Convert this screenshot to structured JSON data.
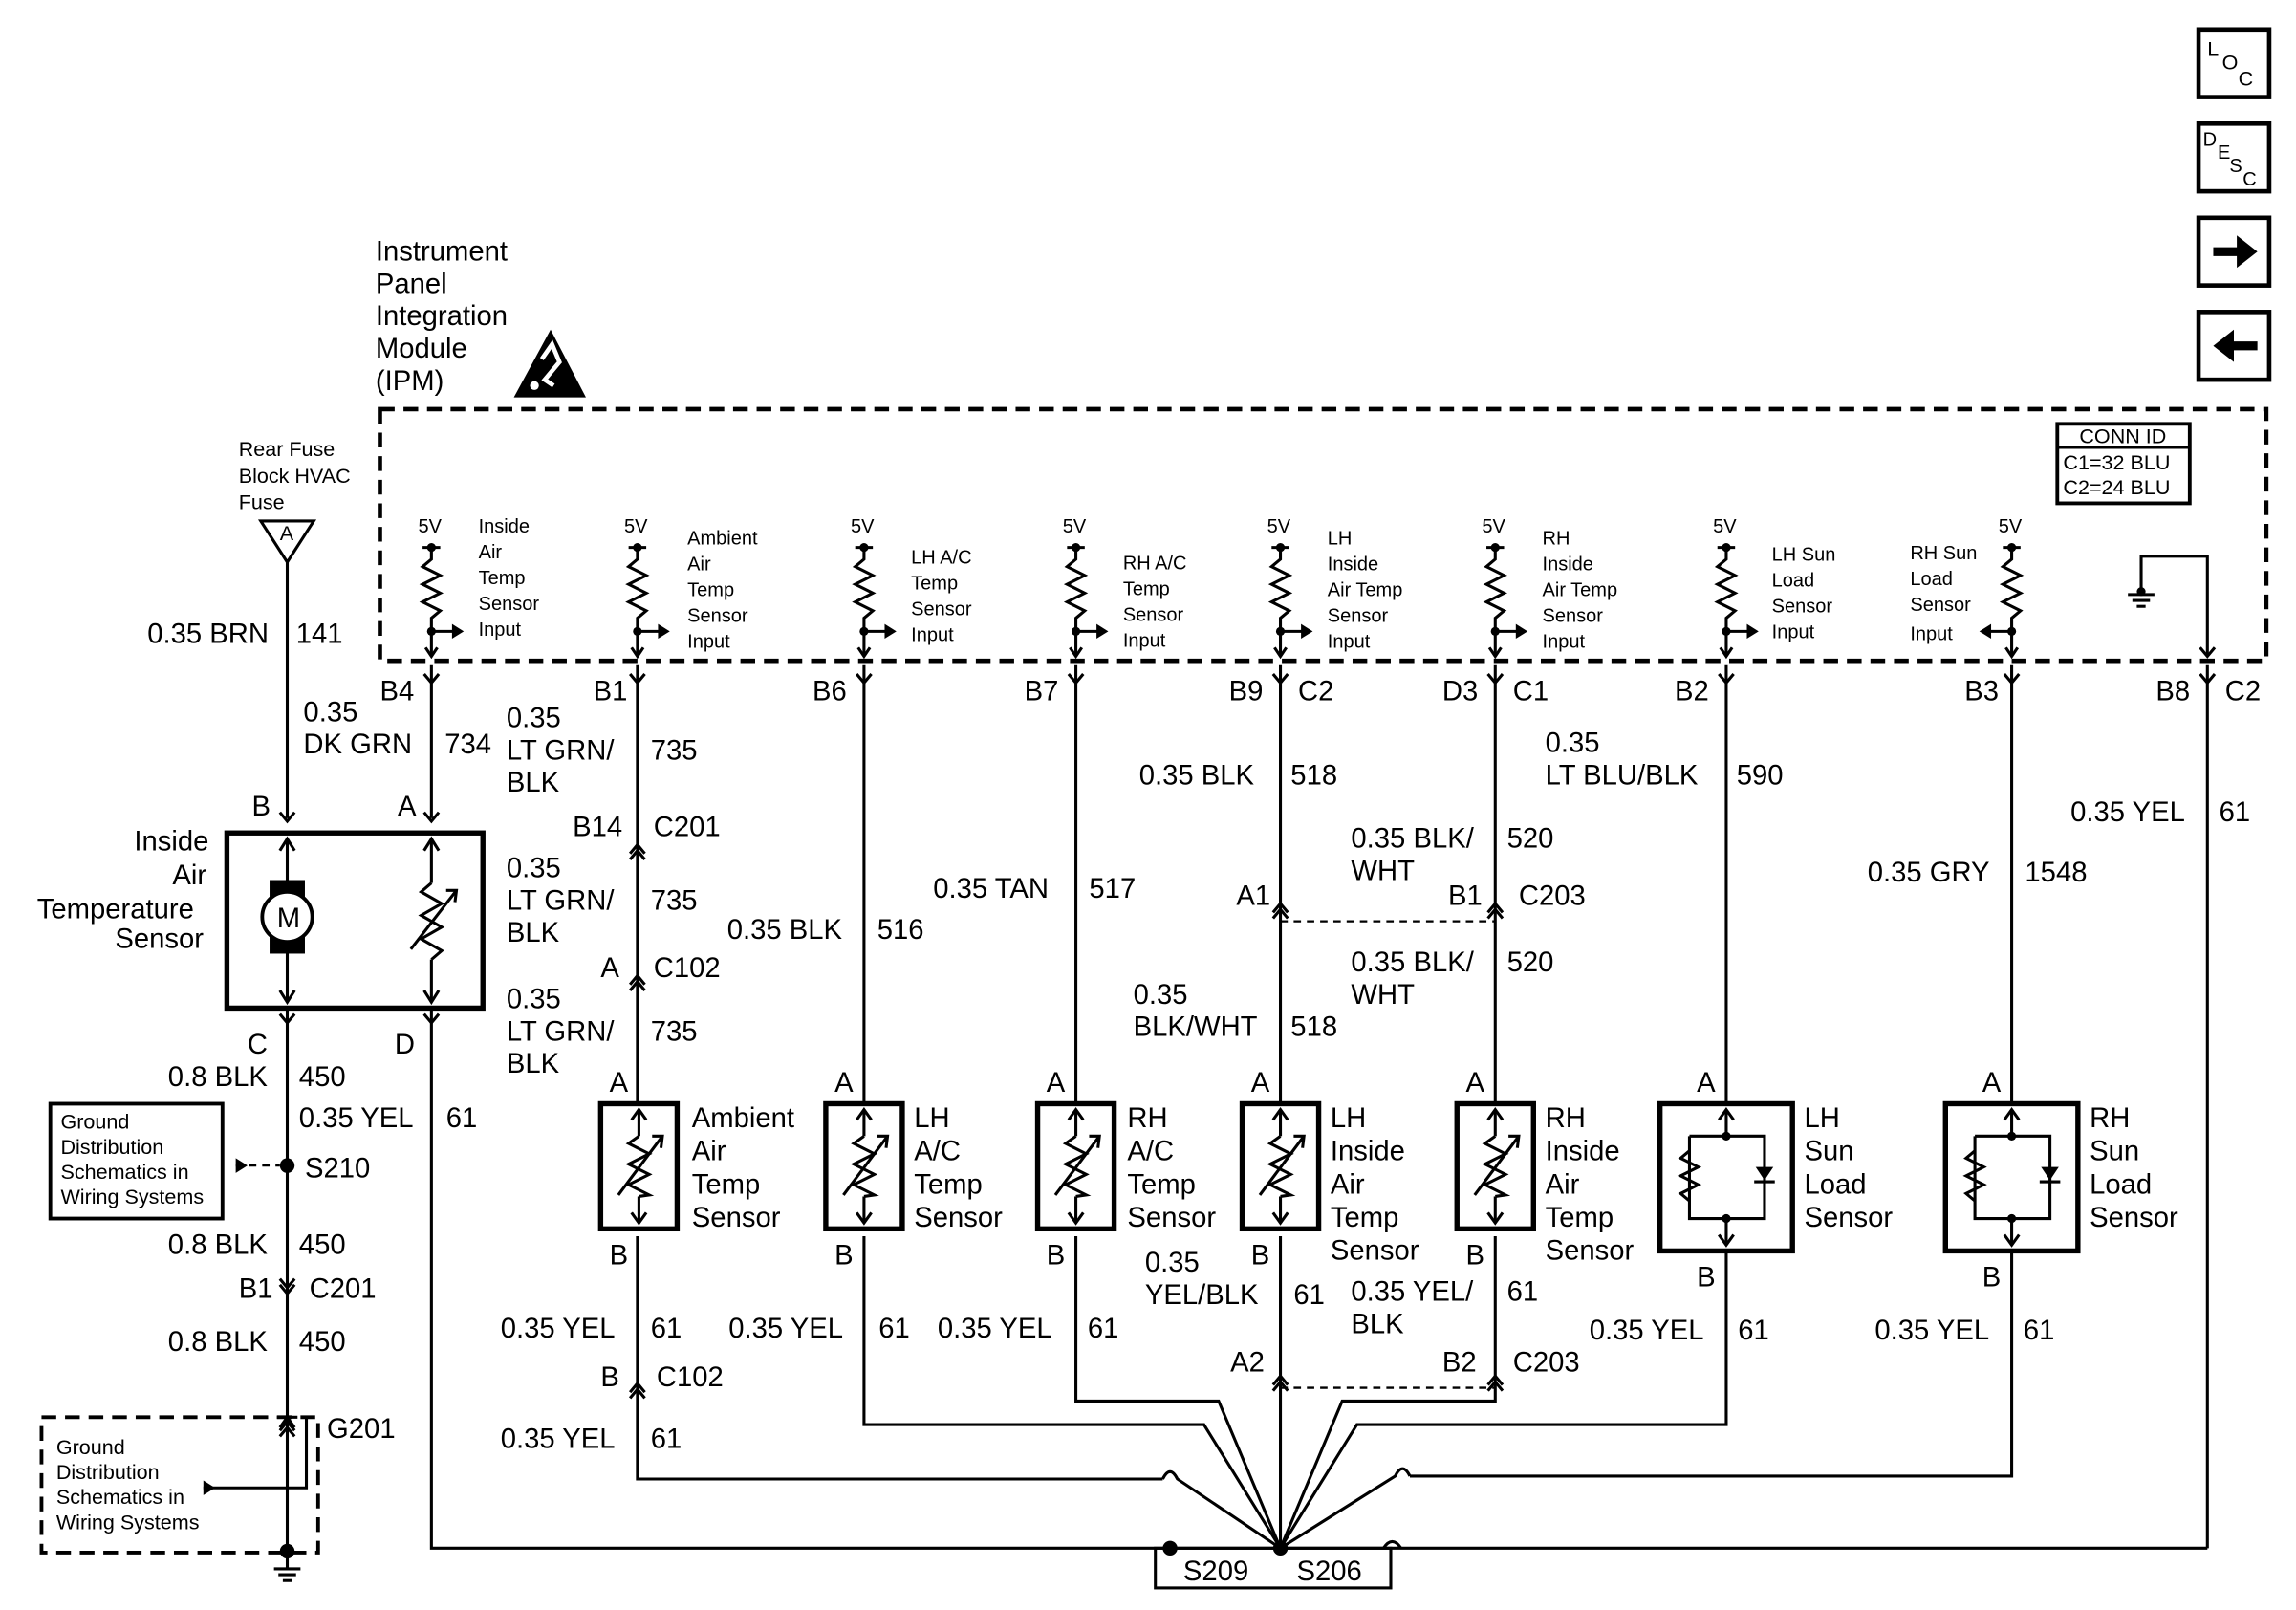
{
  "module": {
    "title_lines": [
      "Instrument",
      "Panel",
      "Integration",
      "Module",
      "(IPM)"
    ],
    "conn_id_header": "CONN ID",
    "conn_id_rows": [
      "C1=32 BLU",
      "C2=24 BLU"
    ]
  },
  "nav": {
    "loc_letters": [
      "L",
      "O",
      "C"
    ],
    "desc_letters": [
      "D",
      "E",
      "S",
      "C"
    ]
  },
  "power": {
    "fuse_label_lines": [
      "Rear Fuse",
      "Block HVAC",
      "Fuse"
    ],
    "fuse_pin": "A",
    "fuse_wire": "0.35 BRN",
    "fuse_circuit": "141"
  },
  "internal_inputs": [
    {
      "v": "5V",
      "lines": [
        "Inside",
        "Air",
        "Temp",
        "Sensor",
        "Input"
      ]
    },
    {
      "v": "5V",
      "lines": [
        "Ambient",
        "Air",
        "Temp",
        "Sensor",
        "Input"
      ]
    },
    {
      "v": "5V",
      "lines": [
        "LH A/C",
        "Temp",
        "Sensor",
        "Input"
      ]
    },
    {
      "v": "5V",
      "lines": [
        "RH A/C",
        "Temp",
        "Sensor",
        "Input"
      ]
    },
    {
      "v": "5V",
      "lines": [
        "LH",
        "Inside",
        "Air Temp",
        "Sensor",
        "Input"
      ]
    },
    {
      "v": "5V",
      "lines": [
        "RH",
        "Inside",
        "Air Temp",
        "Sensor",
        "Input"
      ]
    },
    {
      "v": "5V",
      "lines": [
        "LH Sun",
        "Load",
        "Sensor",
        "Input"
      ]
    },
    {
      "v": "5V",
      "lines": [
        "RH Sun",
        "Load",
        "Sensor",
        "Input"
      ]
    }
  ],
  "ipm_pins": {
    "inside": "B4",
    "ambient": "B1",
    "lh_ac": "B6",
    "rh_ac": "B7",
    "lh_in": "B9",
    "lh_in_c": "C2",
    "rh_in": "D3",
    "rh_in_c": "C1",
    "lh_sun": "B2",
    "rh_sun": "B3",
    "gnd": "B8",
    "gnd_c": "C2"
  },
  "wires": {
    "inside_sig": {
      "color_lines": [
        "0.35",
        "DK GRN"
      ],
      "circuit": "734"
    },
    "ambient_sig_1": {
      "color_lines": [
        "0.35",
        "LT GRN/",
        "BLK"
      ],
      "circuit": "735"
    },
    "ambient_sig_2": {
      "color_lines": [
        "0.35",
        "LT GRN/",
        "BLK"
      ],
      "circuit": "735"
    },
    "ambient_sig_3": {
      "color_lines": [
        "0.35",
        "LT GRN/",
        "BLK"
      ],
      "circuit": "735"
    },
    "lh_ac_sig": {
      "color": "0.35 BLK",
      "circuit": "516"
    },
    "rh_ac_sig": {
      "color": "0.35 TAN",
      "circuit": "517"
    },
    "lh_in_sig_1": {
      "color": "0.35 BLK",
      "circuit": "518"
    },
    "lh_in_sig_2": {
      "color_lines": [
        "0.35",
        "BLK/WHT"
      ],
      "circuit": "518"
    },
    "rh_in_sig_1": {
      "color_lines": [
        "0.35 BLK/",
        "WHT"
      ],
      "circuit": "520"
    },
    "rh_in_sig_2": {
      "color_lines": [
        "0.35 BLK/",
        "WHT"
      ],
      "circuit": "520"
    },
    "lh_sun_sig": {
      "color_lines": [
        "0.35",
        "LT BLU/BLK"
      ],
      "circuit": "590"
    },
    "rh_sun_sig": {
      "color": "0.35 GRY",
      "circuit": "1548"
    },
    "ipm_gnd": {
      "color": "0.35 YEL",
      "circuit": "61"
    },
    "motor_gnd_1": {
      "color": "0.8 BLK",
      "circuit": "450"
    },
    "sensor_ref_inside": {
      "color": "0.35 YEL",
      "circuit": "61"
    },
    "motor_gnd_2": {
      "color": "0.8 BLK",
      "circuit": "450"
    },
    "motor_gnd_3": {
      "color": "0.8 BLK",
      "circuit": "450"
    },
    "ambient_ref_1": {
      "color": "0.35 YEL",
      "circuit": "61"
    },
    "ambient_ref_2": {
      "color": "0.35 YEL",
      "circuit": "61"
    },
    "lh_ac_ref": {
      "color": "0.35 YEL",
      "circuit": "61"
    },
    "rh_ac_ref": {
      "color": "0.35 YEL",
      "circuit": "61"
    },
    "lh_in_ref": {
      "color_lines": [
        "0.35",
        "YEL/BLK"
      ],
      "circuit": "61"
    },
    "rh_in_ref": {
      "color_lines": [
        "0.35 YEL/",
        "BLK"
      ],
      "circuit": "61"
    },
    "lh_sun_ref": {
      "color": "0.35 YEL",
      "circuit": "61"
    },
    "rh_sun_ref": {
      "color": "0.35 YEL",
      "circuit": "61"
    }
  },
  "connectors": {
    "b14": "B14",
    "c201": "C201",
    "a_c102": "A",
    "c102": "C102",
    "a1": "A1",
    "b1_c203": "B1",
    "c203": "C203",
    "b1_c201": "B1",
    "c201_b": "C201",
    "b_c102": "B",
    "c102_b": "C102",
    "a2": "A2",
    "b2": "B2",
    "c203_b": "C203"
  },
  "components": {
    "inside": {
      "lines": [
        "Inside",
        "Air",
        "Temperature",
        "Sensor"
      ],
      "pins": [
        "B",
        "A",
        "C",
        "D"
      ],
      "motor": "M"
    },
    "ambient": {
      "lines": [
        "Ambient",
        "Air",
        "Temp",
        "Sensor"
      ],
      "pins": [
        "A",
        "B"
      ]
    },
    "lh_ac": {
      "lines": [
        "LH",
        "A/C",
        "Temp",
        "Sensor"
      ],
      "pins": [
        "A",
        "B"
      ]
    },
    "rh_ac": {
      "lines": [
        "RH",
        "A/C",
        "Temp",
        "Sensor"
      ],
      "pins": [
        "A",
        "B"
      ]
    },
    "lh_in": {
      "lines": [
        "LH",
        "Inside",
        "Air",
        "Temp",
        "Sensor"
      ],
      "pins": [
        "A",
        "B"
      ]
    },
    "rh_in": {
      "lines": [
        "RH",
        "Inside",
        "Air",
        "Temp",
        "Sensor"
      ],
      "pins": [
        "A",
        "B"
      ]
    },
    "lh_sun": {
      "lines": [
        "LH",
        "Sun",
        "Load",
        "Sensor"
      ],
      "pins": [
        "A",
        "B"
      ]
    },
    "rh_sun": {
      "lines": [
        "RH",
        "Sun",
        "Load",
        "Sensor"
      ],
      "pins": [
        "A",
        "B"
      ]
    }
  },
  "grounds": {
    "ref1_lines": [
      "Ground",
      "Distribution",
      "Schematics in",
      "Wiring Systems"
    ],
    "ref2_lines": [
      "Ground",
      "Distribution",
      "Schematics in",
      "Wiring Systems"
    ],
    "s210": "S210",
    "g201": "G201",
    "s209": "S209",
    "s206": "S206"
  }
}
